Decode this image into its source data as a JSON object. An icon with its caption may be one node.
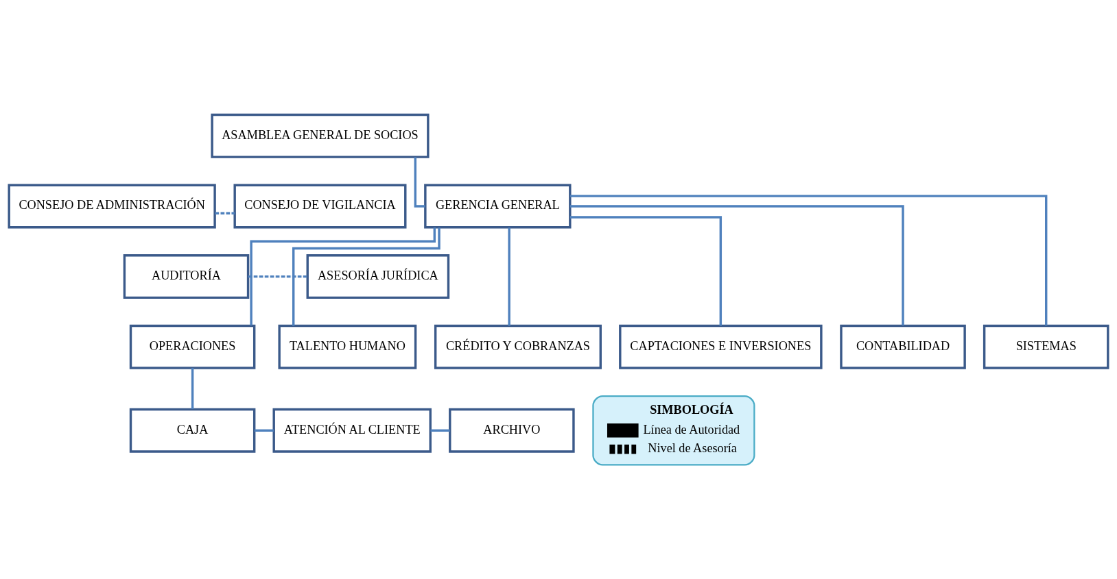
{
  "diagram": {
    "nodes": [
      {
        "text": [
          "ASAMBLEA GENERAL DE SOCIOS"
        ]
      },
      {
        "text": [
          "CONSEJO DE ADMINISTRACIÓN"
        ]
      },
      {
        "text": [
          "CONSEJO DE VIGILANCIA"
        ]
      },
      {
        "text": [
          "GERENCIA GENERAL"
        ]
      },
      {
        "text": [
          "AUDITORÍA"
        ]
      },
      {
        "text": [
          "ASESORÍA JURÍDICA"
        ]
      },
      {
        "text": [
          "OPERACIONES"
        ]
      },
      {
        "text": [
          "CRÉDITO Y COBRANZAS"
        ]
      },
      {
        "text": [
          "CAPTACIONES E INVERSIONES"
        ]
      },
      {
        "text": [
          "CONTABILIDAD"
        ]
      },
      {
        "text": [
          "SISTEMAS"
        ]
      },
      {
        "text": [
          "TALENTO HUMANO"
        ]
      },
      {
        "text": [
          "CAJA"
        ]
      },
      {
        "text": [
          "ATENCIÓN AL CLIENTE"
        ]
      },
      {
        "text": [
          "ARCHIVO"
        ]
      }
    ],
    "edges": [
      {
        "from": 0,
        "to": 3,
        "arrow": "none"
      },
      {
        "from": 1,
        "to": 2,
        "arrow": "none",
        "style": "dashed"
      },
      {
        "from": 4,
        "to": 5,
        "arrow": "none",
        "style": "dashed"
      },
      {
        "from": 3,
        "to": 6,
        "arrow": "none"
      },
      {
        "from": 3,
        "to": 7,
        "arrow": "none"
      },
      {
        "from": 3,
        "to": 8,
        "arrow": "none"
      },
      {
        "from": 3,
        "to": 9,
        "arrow": "none"
      },
      {
        "from": 3,
        "to": 10,
        "arrow": "none"
      },
      {
        "from": 3,
        "to": 11,
        "arrow": "none"
      },
      {
        "from": 6,
        "to": 12,
        "arrow": "none"
      },
      {
        "from": 12,
        "to": 13,
        "arrow": "none"
      },
      {
        "from": 13,
        "to": 14,
        "arrow": "none"
      }
    ],
    "labels": [
      "SIMBOLOGÍA"
    ],
    "legend": [
      {
        "text": "Línea de Autoridad"
      },
      {
        "text": "Nivel de Asesoría"
      }
    ]
  }
}
